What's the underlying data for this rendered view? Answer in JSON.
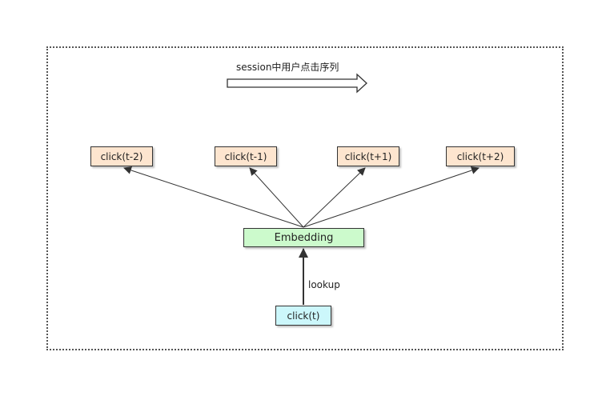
{
  "sequence_label": "session中用户点击序列",
  "context_nodes": [
    {
      "label": "click(t-2)"
    },
    {
      "label": "click(t-1)"
    },
    {
      "label": "click(t+1)"
    },
    {
      "label": "click(t+2)"
    }
  ],
  "embedding_label": "Embedding",
  "center_label": "click(t)",
  "edge_label": "lookup",
  "colors": {
    "context_fill": "#fde5cf",
    "embedding_fill": "#ccfacc",
    "center_fill": "#ccf7fb"
  }
}
